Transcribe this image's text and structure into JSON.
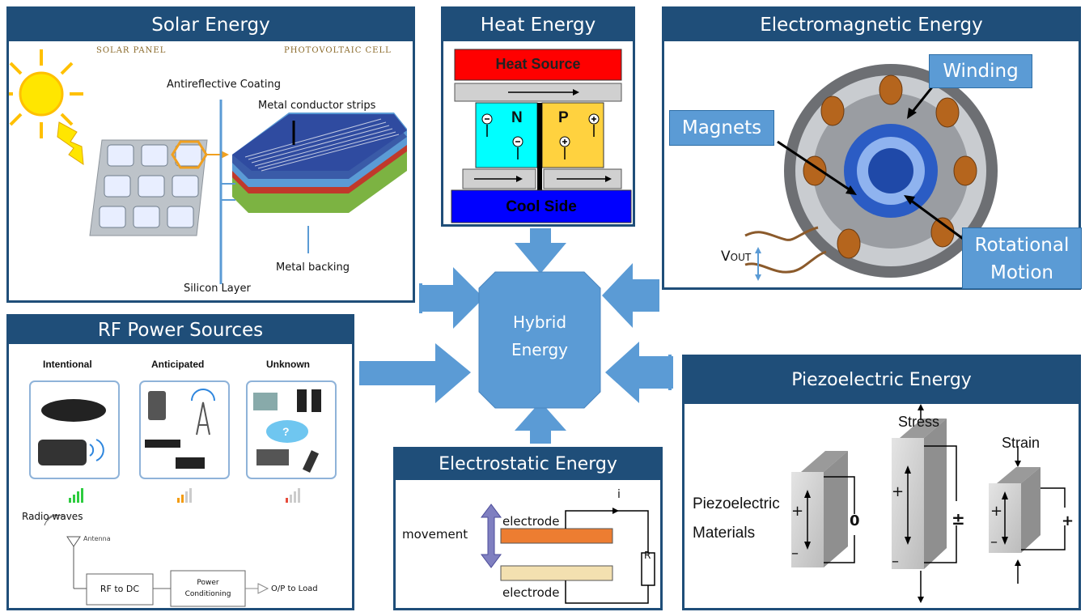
{
  "solar": {
    "title": "Solar Energy",
    "solar_panel": "SOLAR PANEL",
    "pv_cell": "PHOTOVOLTAIC CELL",
    "antireflective": "Antireflective Coating",
    "metal_strips": "Metal conductor strips",
    "metal_backing": "Metal backing",
    "silicon_layer": "Silicon Layer"
  },
  "heat": {
    "title": "Heat Energy",
    "source": "Heat Source",
    "n": "N",
    "p": "P",
    "cool": "Cool Side"
  },
  "em": {
    "title": "Electromagnetic Energy",
    "winding": "Winding",
    "magnets": "Magnets",
    "rotational": "Rotational",
    "motion": "Motion",
    "vout": "V",
    "vout_sub": "OUT"
  },
  "center": {
    "line1": "Hybrid",
    "line2": "Energy"
  },
  "rf": {
    "title": "RF Power Sources",
    "col1": "Intentional",
    "col2": "Anticipated",
    "col3": "Unknown",
    "radio_waves": "Radio waves",
    "antenna": "Antenna",
    "rf_dc": "RF to DC",
    "power1": "Power",
    "power2": "Conditioning",
    "load": "O/P to Load"
  },
  "es": {
    "title": "Electrostatic Energy",
    "movement": "movement",
    "electrode_top": "electrode",
    "electrode_bottom": "electrode",
    "current": "i",
    "resistor": "R"
  },
  "piezo": {
    "title": "Piezoelectric Energy",
    "materials1": "Piezoelectric",
    "materials2": "Materials",
    "stress": "Stress",
    "strain": "Strain",
    "zero": "0",
    "plus": "+",
    "minus": "–",
    "pm": "±"
  },
  "colors": {
    "panel_border": "#1f4e79",
    "arrow": "#5b9bd5",
    "heat_source": "#ff0000",
    "n_type": "#00ffff",
    "p_type": "#ffd23f",
    "cool_side": "#0000ff",
    "electrode_top": "#ed7d31",
    "electrode_bottom": "#f3e0b0"
  }
}
